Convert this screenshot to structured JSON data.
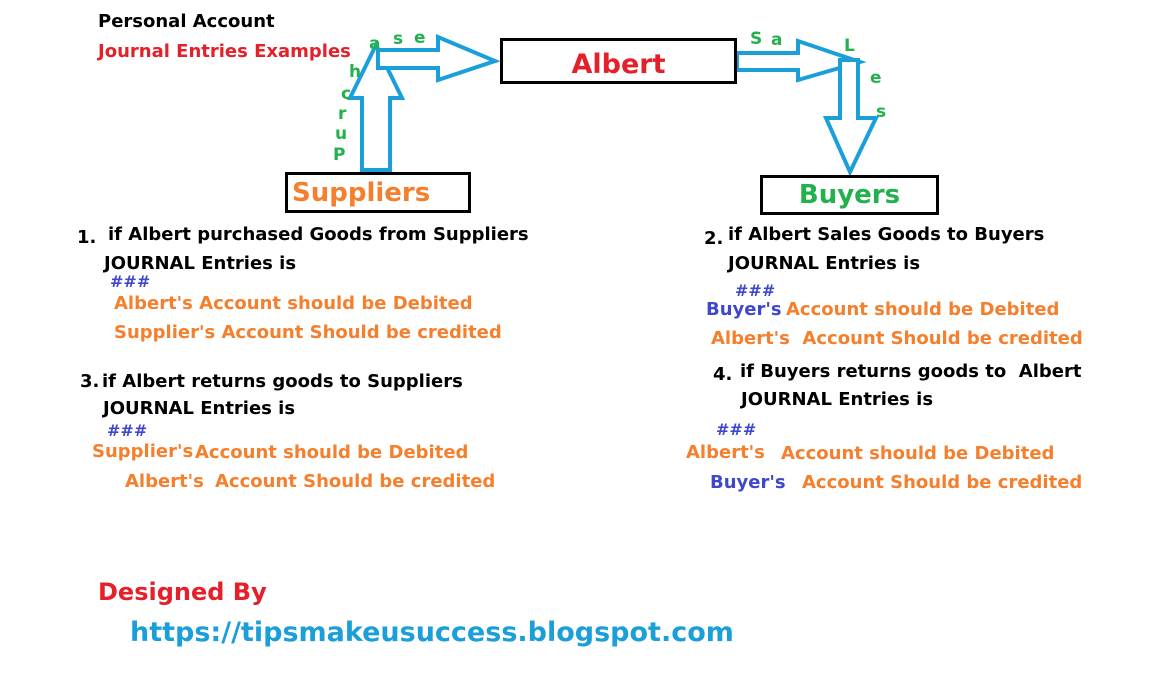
{
  "header": {
    "title": "Personal Account",
    "subtitle": "Journal Entries Examples"
  },
  "nodes": {
    "center": "Albert",
    "left": "Suppliers",
    "right": "Buyers"
  },
  "arrow_labels": {
    "purchase_letters": [
      "P",
      "u",
      "r",
      "c",
      "h",
      "a",
      "s",
      "e"
    ],
    "sales_letters": [
      "S",
      "a",
      "L",
      "e",
      "s"
    ]
  },
  "entries": [
    {
      "number": "1.",
      "line1": "if Albert purchased Goods from Suppliers",
      "line2": "JOURNAL Entries is",
      "marker": "###",
      "debit": "Albert's Account should be Debited",
      "credit": "Supplier's Account Should be credited"
    },
    {
      "number": "2.",
      "line1": "if Albert Sales Goods to Buyers",
      "line2": "JOURNAL Entries is",
      "marker": "###",
      "debit_party": "Buyer's",
      "debit": "Account should be Debited",
      "credit": "Albert's  Account Should be credited"
    },
    {
      "number": "3.",
      "line1": "if Albert returns goods to Suppliers",
      "line2": "JOURNAL Entries is",
      "marker": "###",
      "debit_party": "Supplier's",
      "debit": "Account should be Debited",
      "credit_party": "Albert's",
      "credit": "Account Should be credited"
    },
    {
      "number": "4.",
      "line1": "if Buyers returns goods to  Albert",
      "line2": "JOURNAL Entries is",
      "marker": "###",
      "debit_party": "Albert's",
      "debit": "Account should be Debited",
      "credit_party": "Buyer's",
      "credit": "Account Should be credited"
    }
  ],
  "footer": {
    "designed_by": "Designed By",
    "url": "https://tipsmakeusuccess.blogspot.com"
  },
  "colors": {
    "arrow": "#1a9fd9",
    "red": "#e4202a",
    "orange": "#f47f2c",
    "green": "#22b14c",
    "blue": "#3f48cc"
  }
}
